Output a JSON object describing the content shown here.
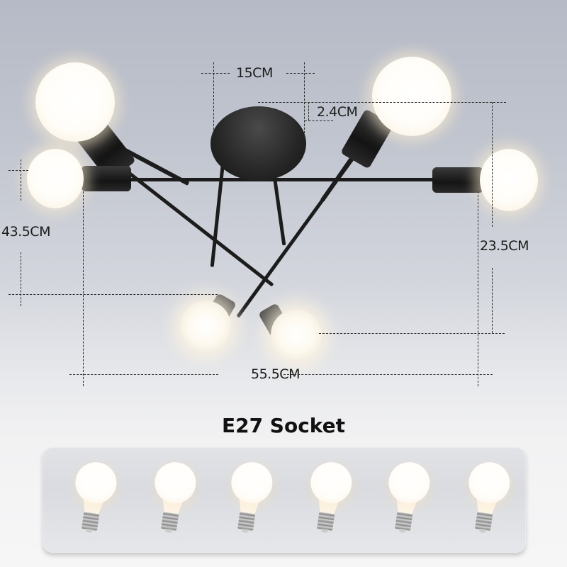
{
  "product": {
    "type": "Ceiling chandelier with 6 arms",
    "finish_color": "#1c1c1c",
    "bulb_count": 6
  },
  "dimensions": {
    "canopy_width": "15CM",
    "canopy_height": "2.4CM",
    "total_height": "43.5CM",
    "arm_height": "23.5CM",
    "total_width": "55.5CM"
  },
  "socket_section": {
    "title": "E27 Socket",
    "bulbs": [
      {
        "id": 1,
        "label": "E27 bulb"
      },
      {
        "id": 2,
        "label": "E27 bulb"
      },
      {
        "id": 3,
        "label": "E27 bulb"
      },
      {
        "id": 4,
        "label": "E27 bulb"
      },
      {
        "id": 5,
        "label": "E27 bulb"
      },
      {
        "id": 6,
        "label": "E27 bulb"
      }
    ]
  },
  "colors": {
    "background_top": "#b6bac6",
    "background_bottom": "#f6f6f7",
    "glow": "#fff0d2",
    "text": "#1c1c1c"
  }
}
